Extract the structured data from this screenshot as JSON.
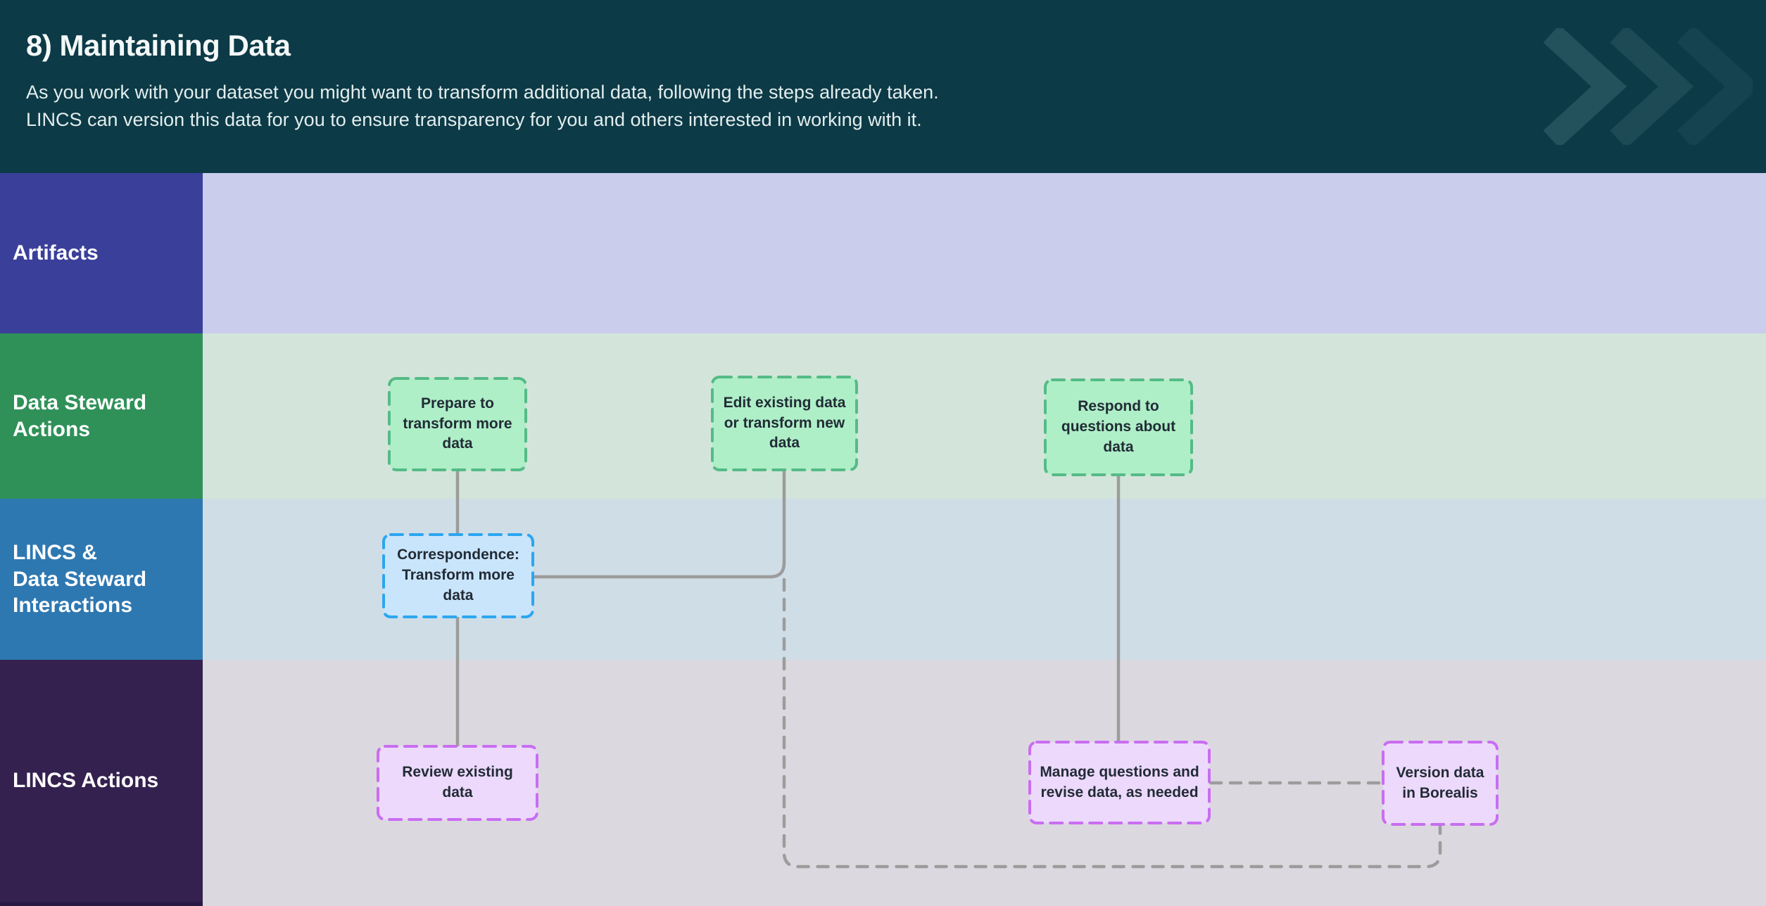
{
  "header": {
    "title": "8) Maintaining Data",
    "description": "As you work with your dataset you might want to transform additional data, following the steps already taken.\nLINCS can version this data for you to ensure transparency for you and others interested in working with it.",
    "icon": "triple-chevron-right",
    "background_color": "#0c3a46"
  },
  "lanes": [
    {
      "label": "Artifacts",
      "label_color": "#3a3f9a",
      "content_color": "#cacdec"
    },
    {
      "label": "Data Steward\nActions",
      "label_color": "#2f9158",
      "content_color": "#d3e5da"
    },
    {
      "label": "LINCS &\nData Steward\nInteractions",
      "label_color": "#2e78b2",
      "content_color": "#cfdde6"
    },
    {
      "label": "LINCS Actions",
      "label_color": "#34214f",
      "content_color": "#dcd8df"
    }
  ],
  "nodes": [
    {
      "label": "Prepare to\ntransform more\ndata",
      "lane": "Data Steward Actions",
      "fill": "#aeefc7",
      "border": "#55bb86",
      "text_color": "#222b36"
    },
    {
      "label": "Edit existing data\nor transform new\ndata",
      "lane": "Data Steward Actions",
      "fill": "#aeefc7",
      "border": "#55bb86",
      "text_color": "#222b36"
    },
    {
      "label": "Respond to\nquestions about\ndata",
      "lane": "Data Steward Actions",
      "fill": "#aeefc7",
      "border": "#55bb86",
      "text_color": "#222b36"
    },
    {
      "label": "Correspondence:\nTransform more\ndata",
      "lane": "LINCS & Data Steward Interactions",
      "fill": "#c9e5fc",
      "border": "#2ba6f1",
      "text_color": "#222b36"
    },
    {
      "label": "Review existing\ndata",
      "lane": "LINCS Actions",
      "fill": "#ecd9fb",
      "border": "#c96df2",
      "text_color": "#222b36"
    },
    {
      "label": "Manage questions and\nrevise data, as needed",
      "lane": "LINCS Actions",
      "fill": "#ecd9fb",
      "border": "#c96df2",
      "text_color": "#222b36"
    },
    {
      "label": "Version data\nin Borealis",
      "lane": "LINCS Actions",
      "fill": "#ecd9fb",
      "border": "#c96df2",
      "text_color": "#222b36"
    }
  ],
  "edges": [
    {
      "from": "Prepare to transform more data",
      "to": "Correspondence: Transform more data",
      "style": "solid",
      "color": "#9c9c9c"
    },
    {
      "from": "Correspondence: Transform more data",
      "to": "Review existing data",
      "style": "solid",
      "color": "#9c9c9c"
    },
    {
      "from": "Edit existing data or transform new data",
      "to": "Correspondence: Transform more data",
      "style": "solid",
      "color": "#9c9c9c"
    },
    {
      "from": "Edit existing data or transform new data",
      "to": "Version data in Borealis",
      "style": "dashed",
      "color": "#9c9c9c"
    },
    {
      "from": "Respond to questions about data",
      "to": "Manage questions and revise data, as needed",
      "style": "solid",
      "color": "#9c9c9c"
    },
    {
      "from": "Manage questions and revise data, as needed",
      "to": "Version data in Borealis",
      "style": "dashed",
      "color": "#9c9c9c"
    }
  ]
}
